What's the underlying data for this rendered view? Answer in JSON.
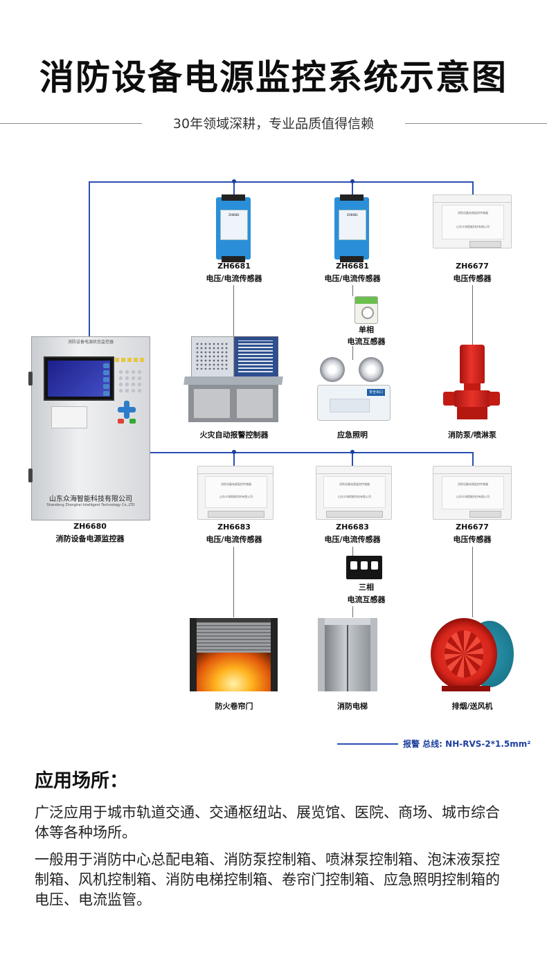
{
  "header": {
    "title": "消防设备电源监控系统示意图",
    "subtitle": "30年领域深耕，专业品质值得信赖"
  },
  "controller": {
    "panel_title": "消防设备电源状态监控器",
    "brand_cn": "山东众海智能科技有限公司",
    "brand_en": "Shandong Zhonghai Intelligent Technology Co.,LTD",
    "model": "ZH6680",
    "name": "消防设备电源监控器"
  },
  "top_row": [
    {
      "model": "ZH6681",
      "name": "电压/电流传感器"
    },
    {
      "model": "ZH6681",
      "name": "电压/电流传感器"
    },
    {
      "model": "ZH6677",
      "name": "电压传感器"
    }
  ],
  "bottom_row": [
    {
      "model": "ZH6683",
      "name": "电压/电流传感器"
    },
    {
      "model": "ZH6683",
      "name": "电压/电流传感器"
    },
    {
      "model": "ZH6677",
      "name": "电压传感器"
    }
  ],
  "ct_single": {
    "line1": "单相",
    "line2": "电流互感器"
  },
  "ct_three": {
    "line1": "三相",
    "line2": "电流互感器"
  },
  "devices_top": [
    "火灾自动报警控制器",
    "应急照明",
    "消防泵/喷淋泵"
  ],
  "devices_bottom": [
    "防火卷帘门",
    "消防电梯",
    "排烟/送风机"
  ],
  "legend": "报警 总线: NH-RVS-2*1.5mm²",
  "din_module_text": "消防设备电源监控传感器",
  "din_module_company": "山东众海智能科技有限公司",
  "blue_sensor_text": "ZH6681",
  "emergency_light_text": "安全出口",
  "application": {
    "heading": "应用场所：",
    "p1": "广泛应用于城市轨道交通、交通枢纽站、展览馆、医院、商场、城市综合体等各种场所。",
    "p2": "一般用于消防中心总配电箱、消防泵控制箱、喷淋泵控制箱、泡沫液泵控制箱、风机控制箱、消防电梯控制箱、卷帘门控制箱、应急照明控制箱的电压、电流监管。"
  },
  "colors": {
    "bus": "#2a4fb3",
    "branch": "#6b6b6b",
    "pump_red": "#d9221c",
    "sensor_blue": "#2a8fd8"
  }
}
